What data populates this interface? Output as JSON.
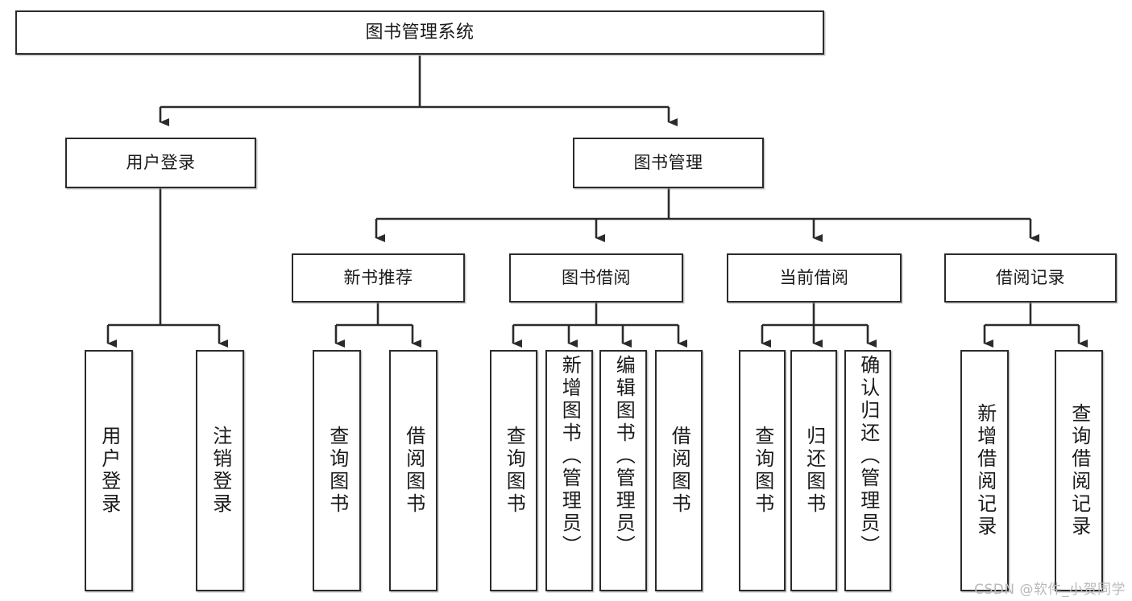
{
  "diagram": {
    "type": "tree-hierarchy-chart",
    "title_node": {
      "label": "图书管理系统"
    },
    "level2": [
      {
        "id": "user-login",
        "label": "用户登录"
      },
      {
        "id": "book-management",
        "label": "图书管理"
      }
    ],
    "level3": [
      {
        "id": "new-book-recommend",
        "label": "新书推荐"
      },
      {
        "id": "book-borrow",
        "label": "图书借阅"
      },
      {
        "id": "current-borrow",
        "label": "当前借阅"
      },
      {
        "id": "borrow-record",
        "label": "借阅记录"
      }
    ],
    "leaves": {
      "user_login": [
        {
          "id": "leaf-user-login",
          "label": "用户登录"
        },
        {
          "id": "leaf-logout-login",
          "label": "注销登录"
        }
      ],
      "new_book_recommend": [
        {
          "id": "leaf-query-book-1",
          "label": "查询图书"
        },
        {
          "id": "leaf-borrow-book-1",
          "label": "借阅图书"
        }
      ],
      "book_borrow": [
        {
          "id": "leaf-query-book-2",
          "label": "查询图书"
        },
        {
          "id": "leaf-add-book",
          "label": "新增图书（管理员）"
        },
        {
          "id": "leaf-edit-book",
          "label": "编辑图书（管理员）"
        },
        {
          "id": "leaf-borrow-book-2",
          "label": "借阅图书"
        }
      ],
      "current_borrow": [
        {
          "id": "leaf-query-book-3",
          "label": "查询图书"
        },
        {
          "id": "leaf-return-book",
          "label": "归还图书"
        },
        {
          "id": "leaf-confirm-return",
          "label": "确认归还（管理员）"
        }
      ],
      "borrow_record": [
        {
          "id": "leaf-add-record",
          "label": "新增借阅记录"
        },
        {
          "id": "leaf-query-record",
          "label": "查询借阅记录"
        }
      ]
    },
    "colors": {
      "stroke": "#2b2b2b",
      "fill": "#ffffff",
      "text": "#1a1a1a",
      "shadow": "#969696",
      "watermark": "#b9b9b9"
    }
  },
  "watermark": {
    "text": "CSDN @软件_小贺同学"
  }
}
